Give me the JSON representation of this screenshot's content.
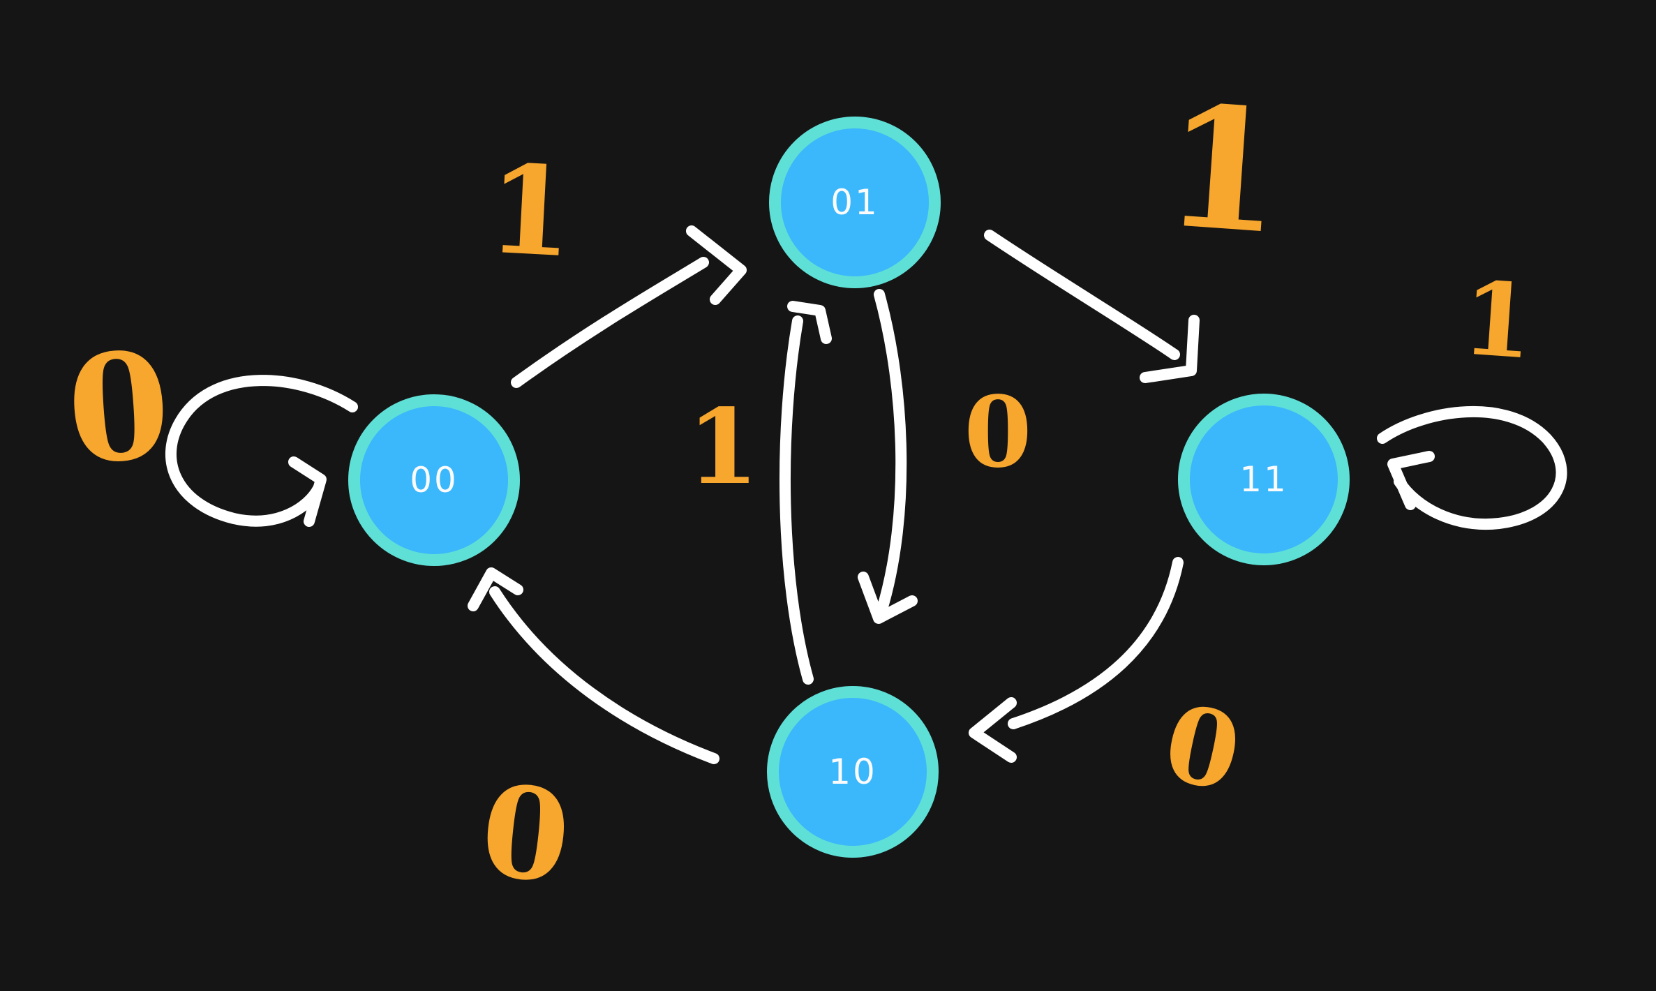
{
  "canvas": {
    "background": "#151515"
  },
  "palette": {
    "state_fill": "#3bb7fb",
    "state_ring": "#5fe0d6",
    "arrow_ink": "#ffffff",
    "input_label_ink": "#f7a62e",
    "state_text": "#fbfbfb"
  },
  "states": [
    {
      "label": "00"
    },
    {
      "label": "01"
    },
    {
      "label": "11"
    },
    {
      "label": "10"
    }
  ],
  "transitions": [
    {
      "from": "00",
      "to": "00",
      "input": "0"
    },
    {
      "from": "00",
      "to": "01",
      "input": "1"
    },
    {
      "from": "01",
      "to": "11",
      "input": "1"
    },
    {
      "from": "01",
      "to": "10",
      "input": "0"
    },
    {
      "from": "10",
      "to": "01",
      "input": "1"
    },
    {
      "from": "10",
      "to": "00",
      "input": "0"
    },
    {
      "from": "11",
      "to": "11",
      "input": "1"
    },
    {
      "from": "11",
      "to": "10",
      "input": "0"
    }
  ]
}
